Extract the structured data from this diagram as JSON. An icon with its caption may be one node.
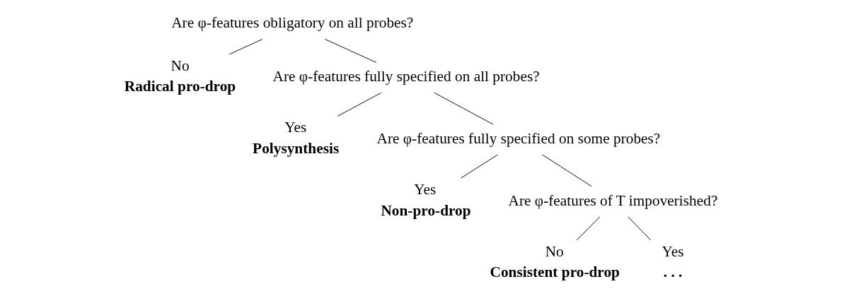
{
  "diagram": {
    "nodes": [
      {
        "text": [
          "Are φ-features obligatory on all probes?"
        ]
      },
      {
        "text": [
          "No"
        ],
        "beside": [
          "Radical pro-drop"
        ]
      },
      {
        "text": [
          "Are φ-features fully specified on all probes?"
        ]
      },
      {
        "text": [
          "Yes"
        ],
        "beside": [
          "Polysynthesis"
        ]
      },
      {
        "text": [
          "Are φ-features fully specified on some probes?"
        ]
      },
      {
        "text": [
          "Yes"
        ],
        "beside": [
          "Non-pro-drop"
        ]
      },
      {
        "text": [
          "Are φ-features of T impoverished?"
        ]
      },
      {
        "text": [
          "No"
        ],
        "beside": [
          "Consistent pro-drop"
        ]
      },
      {
        "text": [
          "Yes"
        ],
        "beside": [
          ". . ."
        ]
      }
    ],
    "edges": [
      {
        "from": 0,
        "to": 1,
        "arrow": "none"
      },
      {
        "from": 0,
        "to": 2,
        "arrow": "none"
      },
      {
        "from": 2,
        "to": 3,
        "arrow": "none"
      },
      {
        "from": 2,
        "to": 4,
        "arrow": "none"
      },
      {
        "from": 4,
        "to": 5,
        "arrow": "none"
      },
      {
        "from": 4,
        "to": 6,
        "arrow": "none"
      },
      {
        "from": 6,
        "to": 7,
        "arrow": "none"
      },
      {
        "from": 6,
        "to": 8,
        "arrow": "none"
      }
    ]
  }
}
